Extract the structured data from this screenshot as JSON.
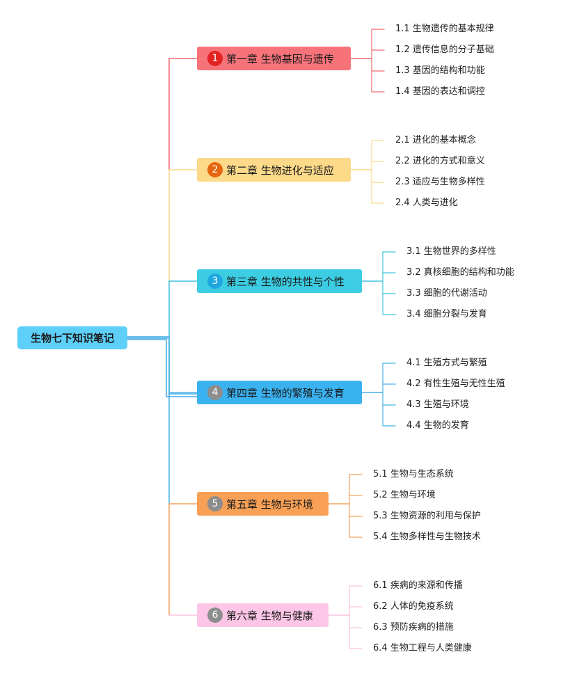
{
  "root": {
    "label": "生物七下知识笔记",
    "color": "#5ecff9"
  },
  "chapters": [
    {
      "num": "1",
      "label": "第一章 生物基因与遗传",
      "bg": "#f7737a",
      "num_bg": "#e32322",
      "line_color": "#f06b73",
      "items": [
        "1.1 生物遗传的基本规律",
        "1.2 遗传信息的分子基础",
        "1.3 基因的结构和功能",
        "1.4 基因的表达和调控"
      ]
    },
    {
      "num": "2",
      "label": "第二章 生物进化与适应",
      "bg": "#fdd98a",
      "num_bg": "#e8650f",
      "line_color": "#fbd98c",
      "items": [
        "2.1 进化的基本概念",
        "2.2 进化的方式和意义",
        "2.3 适应与生物多样性",
        "2.4 人类与进化"
      ]
    },
    {
      "num": "3",
      "label": "第三章 生物的共性与个性",
      "bg": "#3ccde3",
      "num_bg": "#1ea6e0",
      "line_color": "#40c4dd",
      "items": [
        "3.1 生物世界的多样性",
        "3.2 真核细胞的结构和功能",
        "3.3 细胞的代谢活动",
        "3.4 细胞分裂与发育"
      ]
    },
    {
      "num": "4",
      "label": "第四章 生物的繁殖与发育",
      "bg": "#3ab2f0",
      "num_bg": "#8d8d8d",
      "line_color": "#44b1ea",
      "items": [
        "4.1 生殖方式与繁殖",
        "4.2 有性生殖与无性生殖",
        "4.3 生殖与环境",
        "4.4 生物的发育"
      ]
    },
    {
      "num": "5",
      "label": "第五章 生物与环境",
      "bg": "#f7a056",
      "num_bg": "#8d8d8d",
      "line_color": "#f5a25c",
      "items": [
        "5.1 生物与生态系统",
        "5.2 生物与环境",
        "5.3 生物资源的利用与保护",
        "5.4 生物多样性与生物技术"
      ]
    },
    {
      "num": "6",
      "label": "第六章 生物与健康",
      "bg": "#fdc6e6",
      "num_bg": "#8d8d8d",
      "line_color": "#fac3e0",
      "items": [
        "6.1 疾病的来源和传播",
        "6.2 人体的免疫系统",
        "6.3 预防疾病的措施",
        "6.4 生物工程与人类健康"
      ]
    }
  ]
}
